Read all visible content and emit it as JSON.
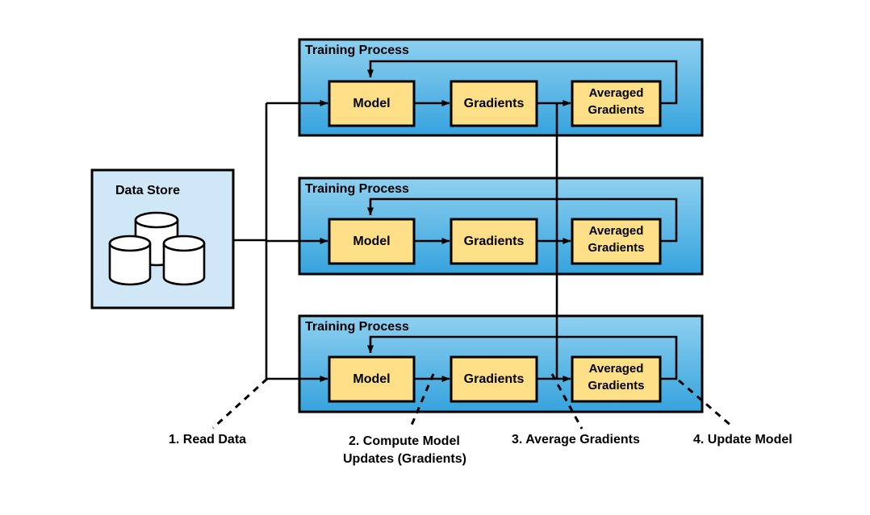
{
  "diagram": {
    "title": "Distributed Training Process Diagram",
    "colors": {
      "panel_top": "#8ed0f0",
      "panel_bottom": "#36a3dd",
      "panel_border": "#000000",
      "box_fill": "#fcdf86",
      "box_border": "#000000",
      "datastore_fill": "#cfe7f7",
      "datastore_border": "#000000",
      "cylinder_fill": "#ffffff",
      "line": "#000000",
      "text": "#000000"
    }
  },
  "data_store": {
    "label": "Data Store",
    "icon": "database-cylinders-icon",
    "cylinder_count": 3
  },
  "processes": [
    {
      "title": "Training Process",
      "boxes": [
        {
          "label": "Model",
          "name": "model"
        },
        {
          "label": "Gradients",
          "name": "gradients"
        },
        {
          "label": "Averaged\nGradients",
          "name": "averaged-gradients",
          "line1": "Averaged",
          "line2": "Gradients"
        }
      ]
    },
    {
      "title": "Training Process",
      "boxes": [
        {
          "label": "Model",
          "name": "model"
        },
        {
          "label": "Gradients",
          "name": "gradients"
        },
        {
          "label": "Averaged\nGradients",
          "name": "averaged-gradients",
          "line1": "Averaged",
          "line2": "Gradients"
        }
      ]
    },
    {
      "title": "Training Process",
      "boxes": [
        {
          "label": "Model",
          "name": "model"
        },
        {
          "label": "Gradients",
          "name": "gradients"
        },
        {
          "label": "Averaged\nGradients",
          "name": "averaged-gradients",
          "line1": "Averaged",
          "line2": "Gradients"
        }
      ]
    }
  ],
  "steps": [
    {
      "number": "1.",
      "text": "1. Read Data",
      "line1": "1. Read Data",
      "line2": ""
    },
    {
      "number": "2.",
      "text": "2. Compute Model Updates (Gradients)",
      "line1": "2. Compute Model",
      "line2": "Updates (Gradients)"
    },
    {
      "number": "3.",
      "text": "3. Average Gradients",
      "line1": "3. Average Gradients",
      "line2": ""
    },
    {
      "number": "4.",
      "text": "4. Update Model",
      "line1": "4. Update Model",
      "line2": ""
    }
  ]
}
